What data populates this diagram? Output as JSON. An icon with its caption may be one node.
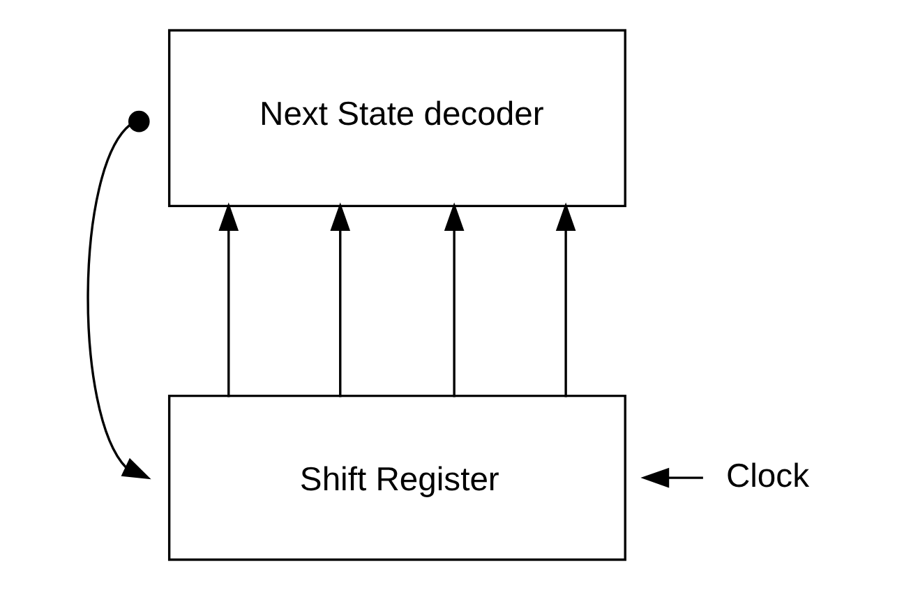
{
  "diagram": {
    "nodes": [
      {
        "text": [
          "Next State decoder"
        ]
      },
      {
        "text": [
          "Shift Register"
        ]
      },
      {
        "text": [
          "Clock"
        ]
      }
    ],
    "edges": [
      {
        "from": 1,
        "to": 0,
        "arrow": "to"
      },
      {
        "from": 1,
        "to": 0,
        "arrow": "to"
      },
      {
        "from": 1,
        "to": 0,
        "arrow": "to"
      },
      {
        "from": 1,
        "to": 0,
        "arrow": "to"
      },
      {
        "from": 0,
        "to": 1,
        "arrow": "to"
      },
      {
        "from": 2,
        "to": 1,
        "arrow": "to"
      }
    ]
  }
}
